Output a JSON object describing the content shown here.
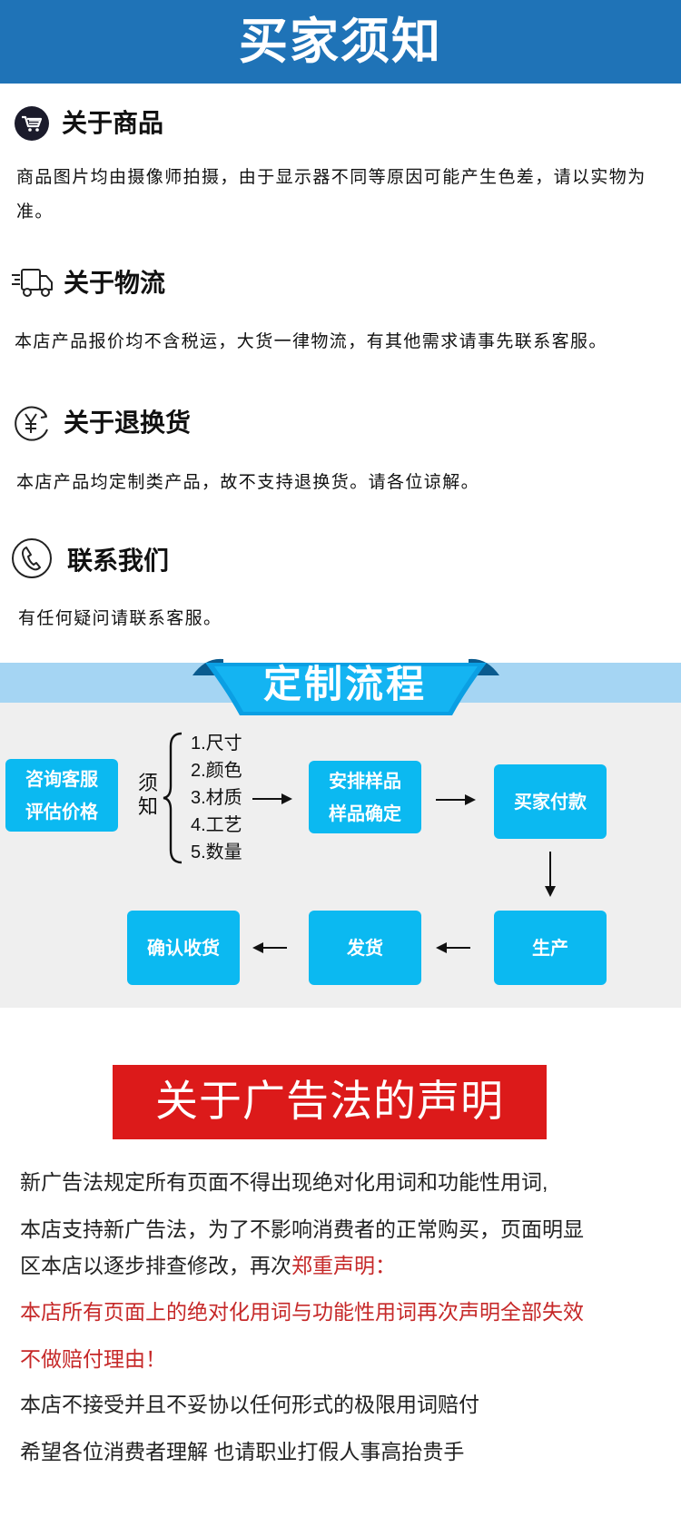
{
  "header": {
    "title": "买家须知"
  },
  "sections": [
    {
      "icon": "shopping-cart-icon",
      "title": "关于商品",
      "body": "商品图片均由摄像师拍摄，由于显示器不同等原因可能产生色差，请以实物为准。"
    },
    {
      "icon": "delivery-truck-icon",
      "title": "关于物流",
      "body": "本店产品报价均不含税运，大货一律物流，有其他需求请事先联系客服。"
    },
    {
      "icon": "yen-refund-icon",
      "title": "关于退换货",
      "body": "本店产品均定制类产品，故不支持退换货。请各位谅解。"
    },
    {
      "icon": "phone-icon",
      "title": "联系我们",
      "body": "有任何疑问请联系客服。"
    }
  ],
  "process": {
    "title": "定制流程",
    "step_consult": {
      "line1": "咨询客服",
      "line2": "评估价格"
    },
    "requirements_label": "须知",
    "requirements": [
      "1.尺寸",
      "2.颜色",
      "3.材质",
      "4.工艺",
      "5.数量"
    ],
    "step_sample": {
      "line1": "安排样品",
      "line2": "样品确定"
    },
    "step_payment": "买家付款",
    "step_production": "生产",
    "step_shipping": "发货",
    "step_receipt": "确认收货",
    "colors": {
      "box": "#0bb9f1",
      "band": "#a5d5f3"
    }
  },
  "ad_law": {
    "title": "关于广告法的声明",
    "line1": "新广告法规定所有页面不得出现绝对化用词和功能性用词,",
    "line2": "本店支持新广告法，为了不影响消费者的正常购买，页面明显",
    "line3_plain": "区本店以逐步排查修改，再次",
    "line3_red": "郑重声明：",
    "line4": "本店所有页面上的绝对化用词与功能性用词再次声明全部失效",
    "line5": "不做赔付理由！",
    "line6": "本店不接受并且不妥协以任何形式的极限用词赔付",
    "line7": "希望各位消费者理解 也请职业打假人事高抬贵手",
    "colors": {
      "banner": "#dc1a1a",
      "emphasis": "#c62828"
    }
  }
}
